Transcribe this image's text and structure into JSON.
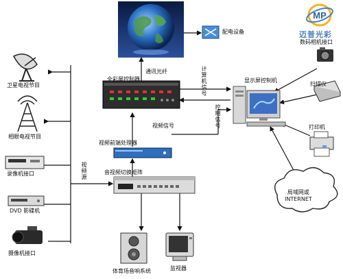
{
  "logo": {
    "text": "迈普光彩",
    "mark": "MP"
  },
  "labels": {
    "distribution": "配电设备",
    "camera_iface": "数码相机接口",
    "comm_fiber": "通讯光纤",
    "computer_signal": "计算机信号",
    "control_signal": "控制信号",
    "video_signal": "视频信号",
    "display_controller": "显示屏控制机",
    "scanner": "扫描仪",
    "printer": "打印机",
    "internet": "局域网或\nINTERNET",
    "fullcolor_controller": "全彩屏控制器",
    "video_processor": "视频前端处理器",
    "av_matrix": "音视频切换矩阵",
    "video_source": "视频源",
    "satellite": "卫星电视节目",
    "terrestrial": "相眼电视节目",
    "vcr": "录像机接口",
    "dvd": "DVD 影碟机",
    "camcorder": "摄像机接口",
    "audio": "体育场音响系统",
    "monitor": "监视器"
  }
}
